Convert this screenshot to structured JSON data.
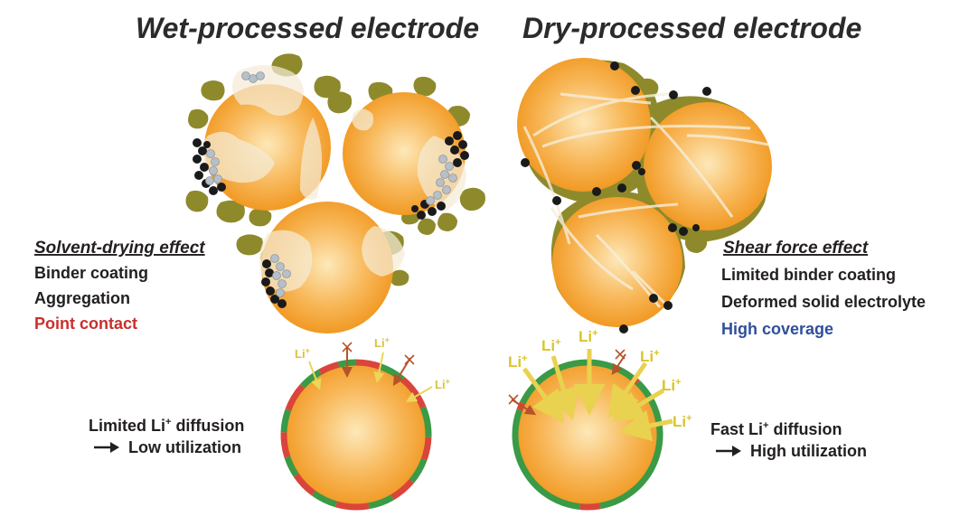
{
  "titles": {
    "wet": "Wet-processed electrode",
    "dry": "Dry-processed electrode"
  },
  "wet_effects": {
    "heading": "Solvent-drying effect",
    "items": [
      "Binder coating",
      "Aggregation"
    ],
    "highlight": "Point contact"
  },
  "dry_effects": {
    "heading": "Shear force effect",
    "items": [
      "Limited binder coating",
      "Deformed solid electrolyte"
    ],
    "highlight": "High coverage"
  },
  "wet_diffusion": {
    "line1_pre": "Limited Li",
    "line1_sup": "+",
    "line1_post": " diffusion",
    "arrow": "→",
    "line2": "Low utilization"
  },
  "dry_diffusion": {
    "line1_pre": "Fast Li",
    "line1_sup": "+",
    "line1_post": " diffusion",
    "arrow": "→",
    "line2": "High utilization"
  },
  "li_ion": {
    "base": "Li",
    "sup": "+"
  },
  "colors": {
    "particle_core": "#fde6b0",
    "particle_edge": "#f29d1f",
    "solid_electrolyte": "#8e8a2c",
    "carbon": "#1a1a1a",
    "binder": "#f5ecd6",
    "contact_good": "#3a9a46",
    "contact_poor": "#d9453b",
    "arrow_li": "#ecd65a",
    "arrow_blocked": "#c0392b",
    "point_contact_text": "#c8302c",
    "high_coverage_text": "#2e4f9c"
  }
}
